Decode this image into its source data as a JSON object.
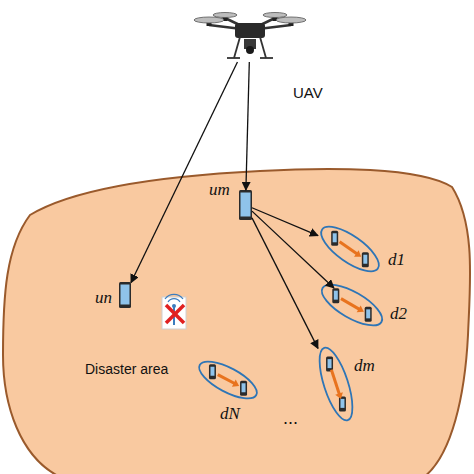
{
  "diagram": {
    "nodes": [
      {
        "text": [
          "UAV"
        ]
      },
      {
        "text": [
          "Disaster area"
        ]
      },
      {
        "text": [
          "un"
        ],
        "in": 1
      },
      {
        "text": [
          "um"
        ],
        "in": 1
      },
      {
        "text": [
          "d1"
        ],
        "in": 1
      },
      {
        "text": [
          "d2"
        ],
        "in": 1
      },
      {
        "text": [
          "dm"
        ],
        "in": 1
      },
      {
        "text": [
          "dN"
        ],
        "in": 1
      }
    ],
    "edges": [
      {
        "from": 0,
        "to": 2,
        "arrow": "to"
      },
      {
        "from": 0,
        "to": 3,
        "arrow": "to"
      },
      {
        "from": 3,
        "to": 4,
        "arrow": "to"
      },
      {
        "from": 3,
        "to": 5,
        "arrow": "to"
      },
      {
        "from": 3,
        "to": 6,
        "arrow": "to"
      }
    ],
    "labels": [
      "..."
    ]
  }
}
